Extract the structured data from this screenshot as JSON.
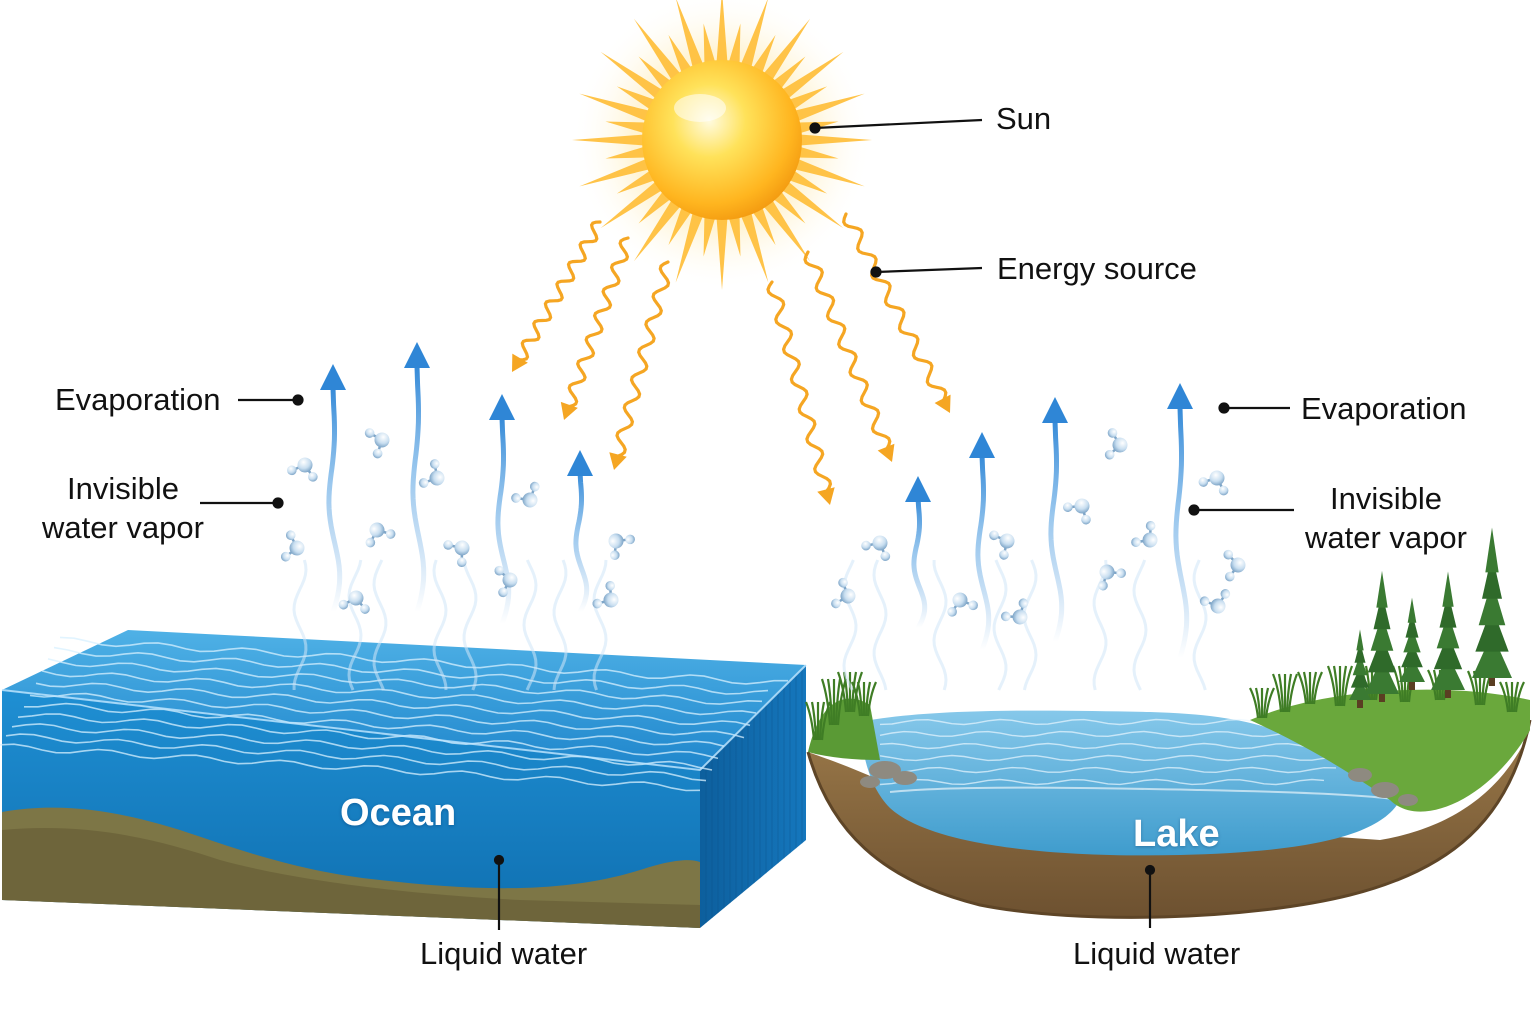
{
  "labels": {
    "sun": "Sun",
    "energy_source": "Energy source",
    "evaporation_left": "Evaporation",
    "vapor_left": [
      "Invisible",
      "water vapor"
    ],
    "evaporation_right": "Evaporation",
    "vapor_right": [
      "Invisible",
      "water vapor"
    ],
    "ocean": "Ocean",
    "lake": "Lake",
    "liquid_left": "Liquid water",
    "liquid_right": "Liquid water"
  },
  "icons": {
    "sun": "sun-icon",
    "sunlight_ray": "wavy-arrow-icon",
    "vapor_arrow": "up-arrow-icon",
    "molecule": "water-molecule-icon",
    "tree": "pine-tree-icon"
  },
  "colors": {
    "sun_core": "#ffd23a",
    "sun_rays": "#ffb82e",
    "sunlight_arrow": "#f5a623",
    "vapor_arrow": "#2f86d6",
    "ocean": "#1c86c8",
    "lake": "#5fb0d8",
    "soil": "#8a6a3e",
    "grass": "#4f8f2f",
    "tree": "#2f6a2a",
    "molecule": "#b7d3ea",
    "leader_line": "#111111"
  }
}
